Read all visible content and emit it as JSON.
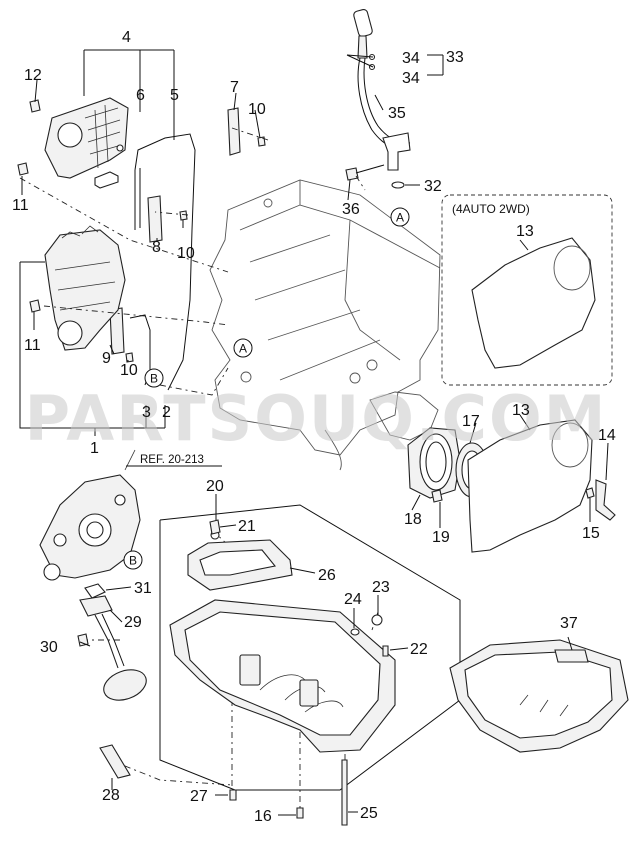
{
  "watermark": "PARTSOUQ.COM",
  "labels": {
    "p1": "1",
    "p2": "2",
    "p3": "3",
    "p4": "4",
    "p5": "5",
    "p6": "6",
    "p7": "7",
    "p8": "8",
    "p9": "9",
    "p10a": "10",
    "p10b": "10",
    "p10c": "10",
    "p11a": "11",
    "p11b": "11",
    "p12": "12",
    "p13a": "13",
    "p13b": "13",
    "p14": "14",
    "p15": "15",
    "p16": "16",
    "p17": "17",
    "p18": "18",
    "p19": "19",
    "p20": "20",
    "p21": "21",
    "p22": "22",
    "p23": "23",
    "p24": "24",
    "p25": "25",
    "p26": "26",
    "p27": "27",
    "p28": "28",
    "p29": "29",
    "p30": "30",
    "p31": "31",
    "p32": "32",
    "p33": "33",
    "p34a": "34",
    "p34b": "34",
    "p35": "35",
    "p36": "36",
    "p37": "37"
  },
  "callouts": {
    "a1": "A",
    "a2": "A",
    "b1": "B",
    "b2": "B"
  },
  "variant_note": "(4AUTO 2WD)",
  "reference": "REF. 20-213"
}
